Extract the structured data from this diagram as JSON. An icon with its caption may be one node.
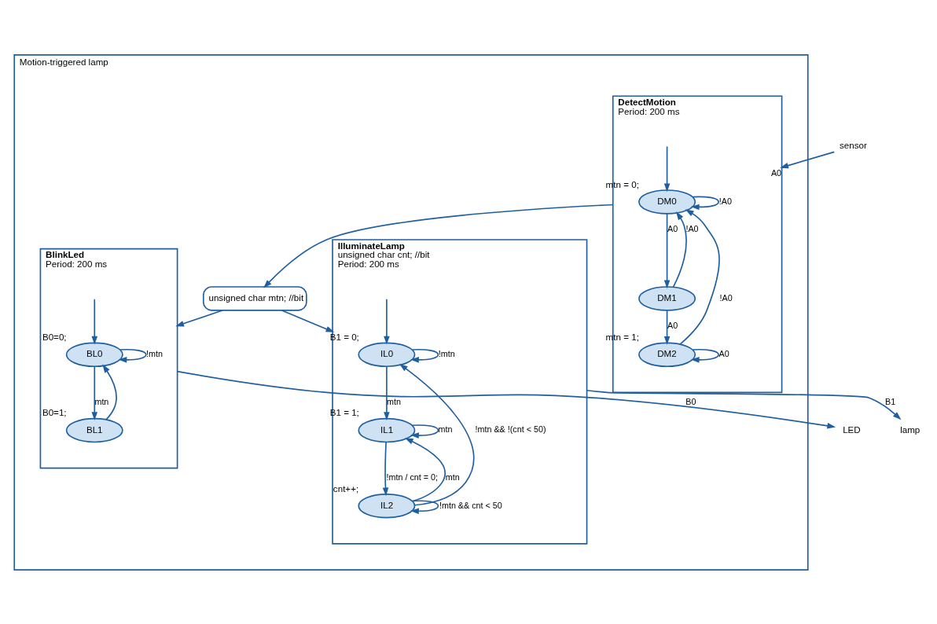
{
  "diagram": {
    "nodes": [
      {
        "text": [
          "Motion-triggered lamp"
        ]
      },
      {
        "text": [
          "DetectMotion",
          "Period: 200 ms"
        ],
        "in": 0
      },
      {
        "text": [
          "DM0"
        ],
        "in": 1,
        "beside": [
          "mtn = 0;"
        ]
      },
      {
        "text": [
          "DM1"
        ],
        "in": 1
      },
      {
        "text": [
          "DM2"
        ],
        "in": 1,
        "beside": [
          "mtn = 1;"
        ]
      },
      {
        "text": [
          "BlinkLed",
          "Period: 200 ms"
        ],
        "in": 0
      },
      {
        "text": [
          "BL0"
        ],
        "in": 5,
        "beside": [
          "B0=0;"
        ]
      },
      {
        "text": [
          "BL1"
        ],
        "in": 5,
        "beside": [
          "B0=1;"
        ]
      },
      {
        "text": [
          "unsigned char mtn; //bit"
        ],
        "in": 0
      },
      {
        "text": [
          "IlluminateLamp",
          "unsigned char cnt; //bit",
          "Period: 200 ms"
        ],
        "in": 0
      },
      {
        "text": [
          "IL0"
        ],
        "in": 9,
        "beside": [
          "B1 = 0;"
        ]
      },
      {
        "text": [
          "IL1"
        ],
        "in": 9,
        "beside": [
          "B1 = 1;"
        ]
      },
      {
        "text": [
          "IL2"
        ],
        "in": 9,
        "beside": [
          "cnt++;"
        ]
      },
      {
        "text": [
          "sensor"
        ]
      },
      {
        "text": [
          "LED"
        ]
      },
      {
        "text": [
          "lamp"
        ]
      }
    ],
    "edges": [
      {
        "from": 13,
        "to": 1,
        "arrow": "to",
        "label": "A0"
      },
      {
        "from": null,
        "to": 2,
        "arrow": "to"
      },
      {
        "from": 2,
        "to": 2,
        "arrow": "to",
        "label": "!A0"
      },
      {
        "from": 3,
        "to": 2,
        "arrow": "to",
        "label": "!A0"
      },
      {
        "from": 2,
        "to": 3,
        "arrow": "to",
        "label": "A0"
      },
      {
        "from": 3,
        "to": 4,
        "arrow": "to",
        "label": "A0"
      },
      {
        "from": 4,
        "to": 4,
        "arrow": "to",
        "label": "A0"
      },
      {
        "from": 4,
        "to": 2,
        "arrow": "to",
        "label": "!A0"
      },
      {
        "from": null,
        "to": 6,
        "arrow": "to"
      },
      {
        "from": 6,
        "to": 6,
        "arrow": "to",
        "label": "!mtn"
      },
      {
        "from": 6,
        "to": 7,
        "arrow": "to",
        "label": "mtn"
      },
      {
        "from": 7,
        "to": 6,
        "arrow": "to"
      },
      {
        "from": 5,
        "to": 14,
        "arrow": "to",
        "label": "B0"
      },
      {
        "from": 1,
        "to": 8,
        "arrow": "to"
      },
      {
        "from": 8,
        "to": 5,
        "arrow": "to"
      },
      {
        "from": 8,
        "to": 9,
        "arrow": "to"
      },
      {
        "from": 9,
        "to": 15,
        "arrow": "to",
        "label": "B1"
      },
      {
        "from": null,
        "to": 10,
        "arrow": "to"
      },
      {
        "from": 10,
        "to": 10,
        "arrow": "to",
        "label": "!mtn"
      },
      {
        "from": 10,
        "to": 11,
        "arrow": "to",
        "label": "mtn"
      },
      {
        "from": 11,
        "to": 11,
        "arrow": "to",
        "label": "mtn"
      },
      {
        "from": 11,
        "to": 12,
        "arrow": "to",
        "label": "!mtn / cnt = 0;"
      },
      {
        "from": 12,
        "to": 12,
        "arrow": "to",
        "label": "!mtn && cnt < 50"
      },
      {
        "from": 12,
        "to": 11,
        "arrow": "to",
        "label": "mtn"
      },
      {
        "from": 12,
        "to": 10,
        "arrow": "to",
        "label": "!mtn && !(cnt < 50)"
      }
    ]
  }
}
